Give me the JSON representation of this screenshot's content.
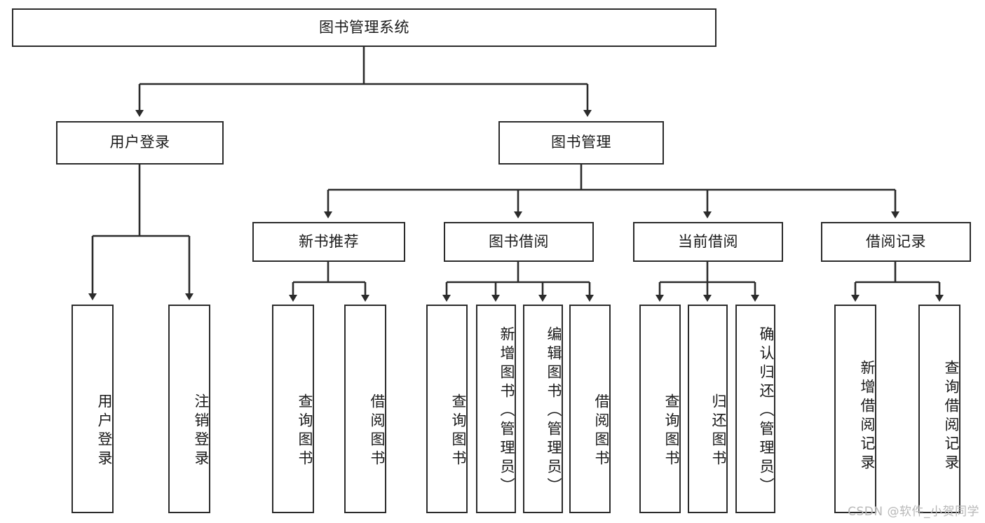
{
  "diagram": {
    "title_node": {
      "id": "root",
      "label": "图书管理系统"
    },
    "level1": [
      {
        "id": "user-login",
        "label": "用户登录"
      },
      {
        "id": "book-management",
        "label": "图书管理"
      }
    ],
    "level2": [
      {
        "id": "new-book-recommend",
        "label": "新书推荐"
      },
      {
        "id": "book-borrow",
        "label": "图书借阅"
      },
      {
        "id": "current-borrow",
        "label": "当前借阅"
      },
      {
        "id": "borrow-record",
        "label": "借阅记录"
      }
    ],
    "leaves": {
      "user_login": [
        {
          "id": "leaf-user-login",
          "label": "用户登录"
        },
        {
          "id": "leaf-user-logout",
          "label": "注销登录"
        }
      ],
      "new_book_recommend": [
        {
          "id": "leaf-query-book-1",
          "label": "查询图书"
        },
        {
          "id": "leaf-borrow-book-1",
          "label": "借阅图书"
        }
      ],
      "book_borrow": [
        {
          "id": "leaf-query-book-2",
          "label": "查询图书"
        },
        {
          "id": "leaf-add-book",
          "label": "新增图书（管理员）"
        },
        {
          "id": "leaf-edit-book",
          "label": "编辑图书（管理员）"
        },
        {
          "id": "leaf-borrow-book-2",
          "label": "借阅图书"
        }
      ],
      "current_borrow": [
        {
          "id": "leaf-query-book-3",
          "label": "查询图书"
        },
        {
          "id": "leaf-return-book",
          "label": "归还图书"
        },
        {
          "id": "leaf-confirm-return",
          "label": "确认归还（管理员）"
        }
      ],
      "borrow_record": [
        {
          "id": "leaf-add-record",
          "label": "新增借阅记录"
        },
        {
          "id": "leaf-query-record",
          "label": "查询借阅记录"
        }
      ]
    }
  },
  "watermark": {
    "text": "CSDN @软件_小贺同学"
  },
  "colors": {
    "border": "#2b2b2b",
    "background": "#ffffff",
    "text": "#1a1a1a",
    "watermark": "#b8b8b8"
  }
}
